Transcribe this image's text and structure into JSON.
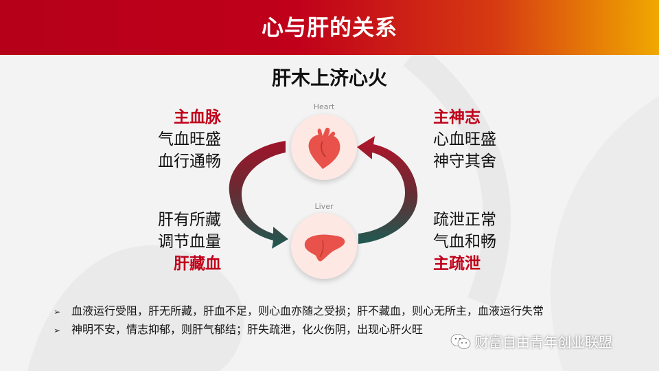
{
  "header": {
    "title": "心与肝的关系"
  },
  "subtitle": "肝木上济心火",
  "heart": {
    "label": "Heart",
    "icon": "heart-icon",
    "left_lines": {
      "heading": "主血脉",
      "line1": "气血旺盛",
      "line2": "血行通畅"
    },
    "right_lines": {
      "heading": "主神志",
      "line1": "心血旺盛",
      "line2": "神守其舍"
    }
  },
  "liver": {
    "label": "Liver",
    "icon": "liver-icon",
    "left_lines": {
      "line1": "肝有所藏",
      "line2": "调节血量",
      "heading": "肝藏血"
    },
    "right_lines": {
      "line1": "疏泄正常",
      "line2": "气血和畅",
      "heading": "主疏泄"
    }
  },
  "bullets": [
    "血液运行受阻，肝无所藏，肝血不足，则心血亦随之受损；肝不藏血，则心无所主，血液运行失常",
    "神明不安，情志抑郁，则肝气郁结；肝失疏泄，化火伤阴，出现心肝火旺"
  ],
  "watermark": {
    "text": "财富自由青年创业联盟"
  },
  "colors": {
    "header_red": "#c0001a",
    "header_orange": "#f0a800",
    "accent_red": "#c0001a",
    "arrow_red": "#a0142a",
    "arrow_teal": "#1f5a52",
    "organ_fill": "#e8524a"
  }
}
